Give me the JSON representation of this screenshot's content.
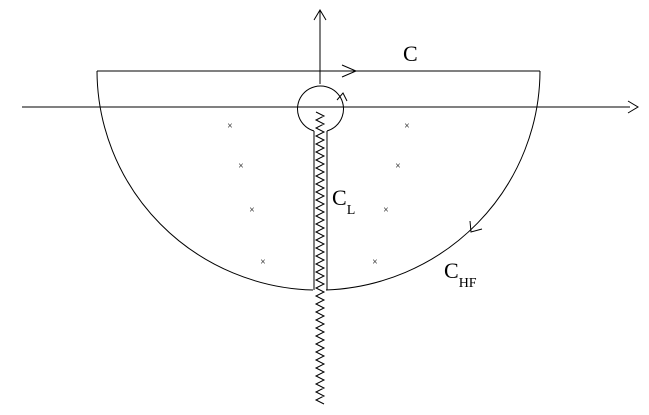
{
  "labels": {
    "contour_c": "C",
    "contour_cl_main": "C",
    "contour_cl_sub": "L",
    "contour_chf_main": "C",
    "contour_chf_sub": "HF"
  },
  "pole_marker": "×",
  "pole_count": 8
}
